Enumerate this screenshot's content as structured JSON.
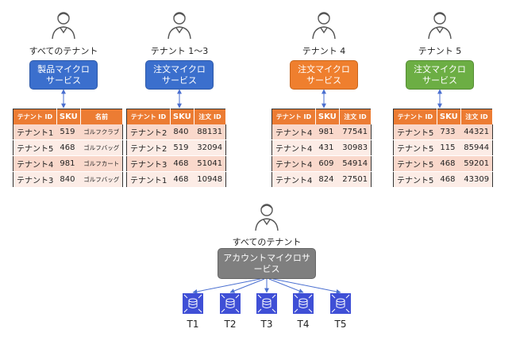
{
  "users": [
    {
      "caption": "すべてのテナント"
    },
    {
      "caption": "テナント 1～3"
    },
    {
      "caption": "テナント 4"
    },
    {
      "caption": "テナント 5"
    },
    {
      "caption": "すべてのテナント"
    }
  ],
  "services": [
    {
      "label": "製品マイクロ\nサービス",
      "color": "#3b6fcd"
    },
    {
      "label": "注文マイクロ\nサービス",
      "color": "#3b6fcd"
    },
    {
      "label": "注文マイクロ\nサービス",
      "color": "#ef7f2e"
    },
    {
      "label": "注文マイクロ\nサービス",
      "color": "#6cae44"
    },
    {
      "label": "アカウントマイクロサービス",
      "color": "#7f7f7f"
    }
  ],
  "tables": [
    {
      "headers": [
        "テナント ID",
        "SKU",
        "名前"
      ],
      "rows": [
        [
          "テナント1",
          "519",
          "ゴルフクラブ"
        ],
        [
          "テナント5",
          "468",
          "ゴルフバッグ"
        ],
        [
          "テナント4",
          "981",
          "ゴルフカート"
        ],
        [
          "テナント3",
          "840",
          "ゴルフバッグ"
        ]
      ]
    },
    {
      "headers": [
        "テナント ID",
        "SKU",
        "注文 ID"
      ],
      "rows": [
        [
          "テナント2",
          "840",
          "88131"
        ],
        [
          "テナント2",
          "519",
          "32094"
        ],
        [
          "テナント3",
          "468",
          "51041"
        ],
        [
          "テナント1",
          "468",
          "10948"
        ]
      ]
    },
    {
      "headers": [
        "テナント ID",
        "SKU",
        "注文 ID"
      ],
      "rows": [
        [
          "テナント4",
          "981",
          "77541"
        ],
        [
          "テナント4",
          "431",
          "30983"
        ],
        [
          "テナント4",
          "609",
          "54914"
        ],
        [
          "テナント4",
          "824",
          "27501"
        ]
      ]
    },
    {
      "headers": [
        "テナント ID",
        "SKU",
        "注文 ID"
      ],
      "rows": [
        [
          "テナント5",
          "733",
          "44321"
        ],
        [
          "テナント5",
          "115",
          "85944"
        ],
        [
          "テナント5",
          "468",
          "59201"
        ],
        [
          "テナント5",
          "468",
          "43309"
        ]
      ]
    }
  ],
  "databases": [
    {
      "label": "T1",
      "icon": "database-icon"
    },
    {
      "label": "T2",
      "icon": "database-icon"
    },
    {
      "label": "T3",
      "icon": "database-icon"
    },
    {
      "label": "T4",
      "icon": "database-icon"
    },
    {
      "label": "T5",
      "icon": "database-icon"
    }
  ],
  "colors": {
    "table_header": "#ec7c33",
    "row_odd": "#f9d8cb",
    "row_even": "#fcece6",
    "db": "#3f4fd6"
  }
}
